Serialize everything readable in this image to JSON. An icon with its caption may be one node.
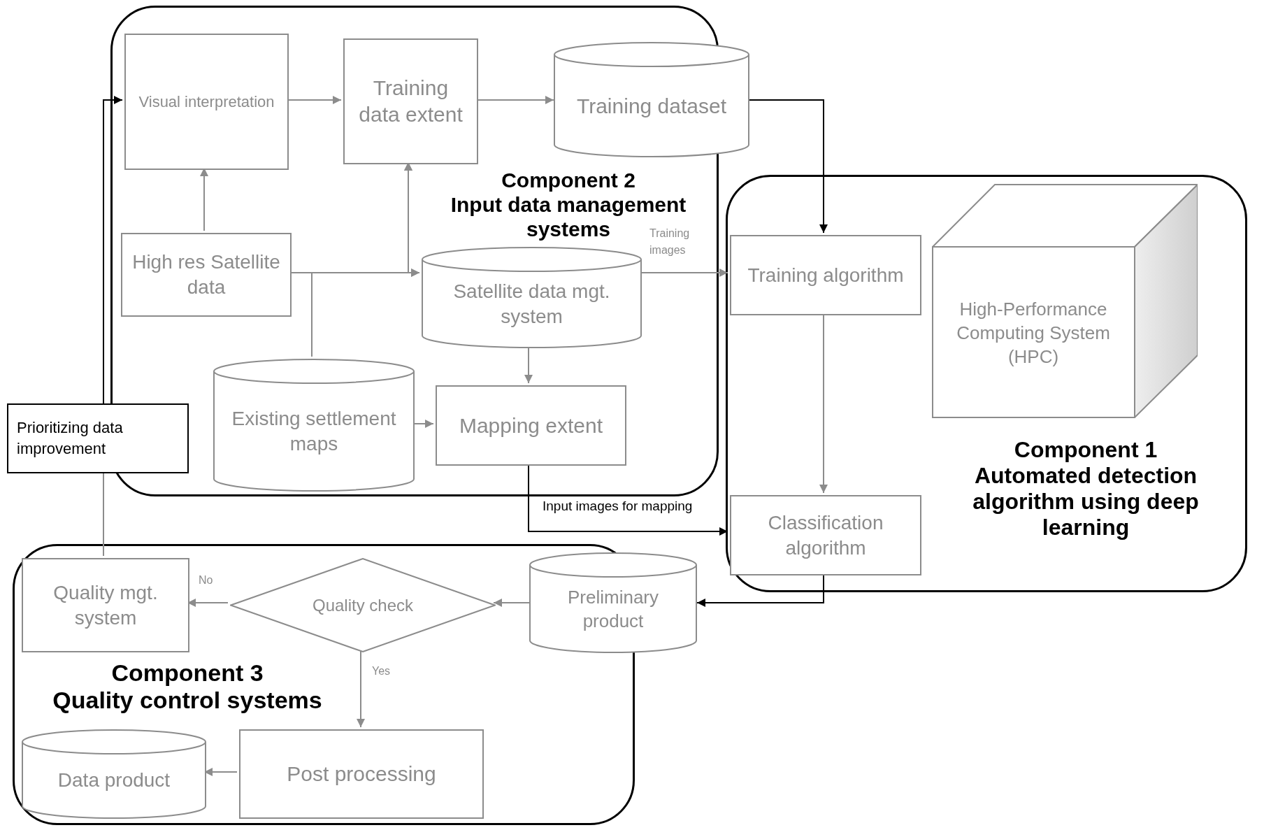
{
  "diagram": {
    "nodes": [
      {
        "text": [
          "Component 2",
          "Input data management systems"
        ]
      },
      {
        "text": [
          "Visual interpretation"
        ],
        "in": 0
      },
      {
        "text": [
          "Training data extent"
        ],
        "in": 0
      },
      {
        "text": [
          "Training dataset"
        ]
      },
      {
        "text": [
          "High res Satellite data"
        ],
        "in": 0
      },
      {
        "text": [
          "Satellite data mgt. system"
        ],
        "in": 0
      },
      {
        "text": [
          "Existing settlement maps"
        ],
        "in": 0
      },
      {
        "text": [
          "Mapping extent"
        ],
        "in": 0
      },
      {
        "text": [
          "Prioritizing data improvement"
        ]
      },
      {
        "text": [
          "Component 1",
          "Automated detection algorithm using deep learning"
        ]
      },
      {
        "text": [
          "Training algorithm"
        ],
        "in": 9
      },
      {
        "text": [
          "High-Performance Computing System (HPC)"
        ],
        "in": 9
      },
      {
        "text": [
          "Classification algorithm"
        ],
        "in": 9
      },
      {
        "text": [
          "Component 3",
          "Quality control systems"
        ]
      },
      {
        "text": [
          "Quality mgt. system"
        ],
        "in": 13
      },
      {
        "text": [
          "Quality check"
        ],
        "in": 13
      },
      {
        "text": [
          "Preliminary product"
        ]
      },
      {
        "text": [
          "Post processing"
        ],
        "in": 13
      },
      {
        "text": [
          "Data product"
        ],
        "in": 13
      }
    ],
    "edges": [
      {
        "from": 1,
        "to": 2,
        "arrow": "to"
      },
      {
        "from": 2,
        "to": 3,
        "arrow": "to"
      },
      {
        "from": 4,
        "to": 1,
        "arrow": "to"
      },
      {
        "from": 4,
        "to": 5,
        "arrow": "to"
      },
      {
        "from": 4,
        "to": 2,
        "arrow": "to"
      },
      {
        "from": 6,
        "to": 5,
        "arrow": "to"
      },
      {
        "from": 6,
        "to": 2,
        "arrow": "to"
      },
      {
        "from": 6,
        "to": 7,
        "arrow": "to"
      },
      {
        "from": 5,
        "to": 7,
        "arrow": "to"
      },
      {
        "from": 5,
        "to": 10,
        "arrow": "to",
        "label": "Training images"
      },
      {
        "from": 3,
        "to": 10,
        "arrow": "to",
        "color": "#000000"
      },
      {
        "from": 10,
        "to": 12,
        "arrow": "to"
      },
      {
        "from": 7,
        "to": 12,
        "arrow": "to",
        "label": "Input images for mapping",
        "color": "#000000"
      },
      {
        "from": 12,
        "to": 16,
        "arrow": "to",
        "color": "#000000"
      },
      {
        "from": 16,
        "to": 15,
        "arrow": "to"
      },
      {
        "from": 15,
        "to": 14,
        "arrow": "to",
        "label": "No"
      },
      {
        "from": 15,
        "to": 17,
        "arrow": "to",
        "label": "Yes"
      },
      {
        "from": 17,
        "to": 18,
        "arrow": "to"
      },
      {
        "from": 14,
        "to": 8,
        "arrow": "none"
      },
      {
        "from": 8,
        "to": 1,
        "arrow": "to",
        "color": "#000000"
      }
    ]
  }
}
